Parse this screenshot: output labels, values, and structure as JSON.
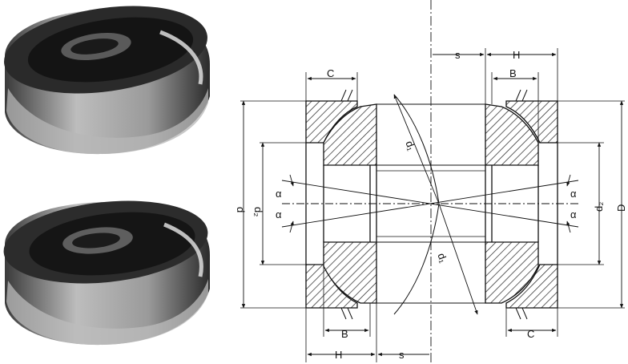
{
  "labels": {
    "s": "s",
    "H": "H",
    "B": "B",
    "C": "C",
    "d": "d",
    "d1": "d₁",
    "d2": "d₂",
    "D": "D",
    "alpha": "α"
  },
  "colors": {
    "ink": "#111111",
    "hatch": "#222222",
    "photo_dark": "#1c1c1c",
    "photo_mid": "#6a6a6a",
    "photo_light": "#c9c9c9"
  },
  "photos": [
    {
      "name": "bearing-photo-top",
      "description_icon": "spherical-plain-bearing-photo"
    },
    {
      "name": "bearing-photo-bottom",
      "description_icon": "spherical-plain-bearing-photo"
    }
  ]
}
